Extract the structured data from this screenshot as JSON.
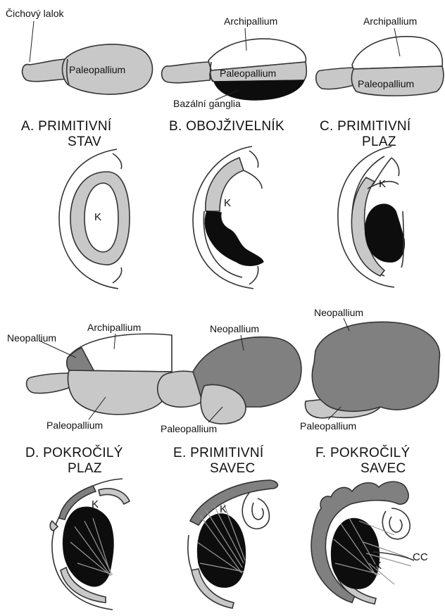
{
  "labels": {
    "olfactory_bulb": "Čichový lalok",
    "paleopallium": "Paleopallium",
    "archipallium": "Archipallium",
    "basal_ganglia": "Bazální ganglia",
    "neopallium": "Neopallium",
    "ventricle_k": "K",
    "cc": "CC"
  },
  "captions": {
    "a": [
      "A. PRIMITIVNÍ",
      "STAV"
    ],
    "b": [
      "B. OBOJŽIVELNÍK"
    ],
    "c": [
      "C. PRIMITIVNÍ",
      "PLAZ"
    ],
    "d": [
      "D. POKROČILÝ",
      "PLAZ"
    ],
    "e": [
      "E. PRIMITIVNÍ",
      "SAVEC"
    ],
    "f": [
      "F. POKROČILÝ",
      "SAVEC"
    ]
  },
  "colors": {
    "paleopallium": "#c8c8c8",
    "neopallium": "#808080",
    "basal_ganglia": "#0d0d0d",
    "archipallium": "#ffffff"
  }
}
